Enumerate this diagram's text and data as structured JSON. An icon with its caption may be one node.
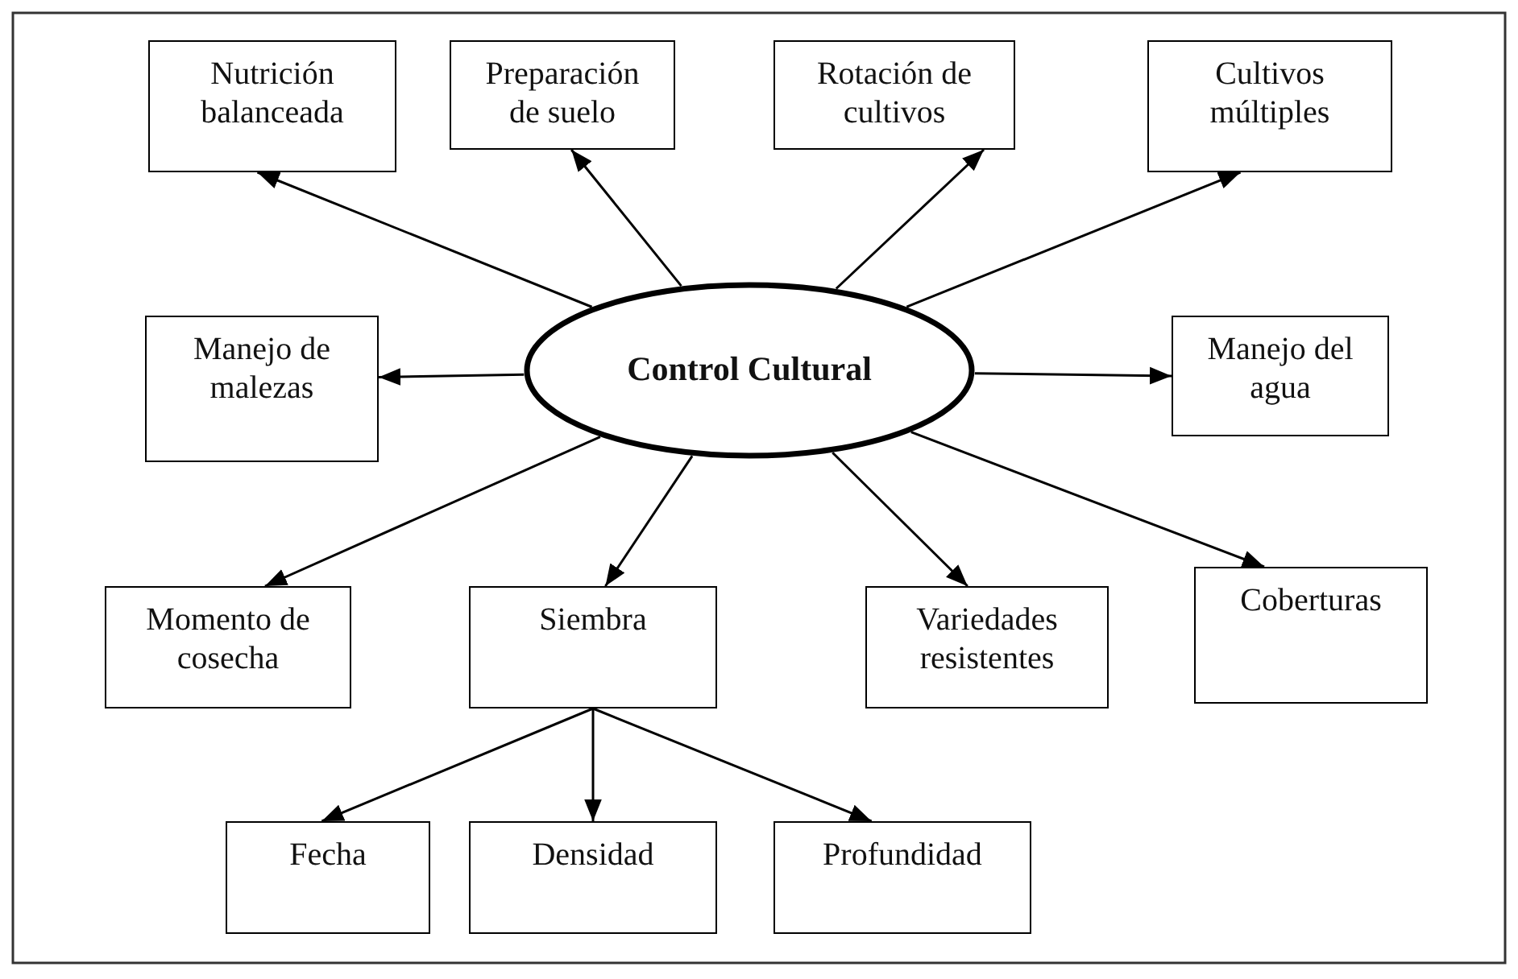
{
  "diagram": {
    "nodes": [
      {
        "text": [
          "Nutrición balanceada"
        ]
      },
      {
        "text": [
          "Preparación de suelo"
        ]
      },
      {
        "text": [
          "Rotación de cultivos"
        ]
      },
      {
        "text": [
          "Cultivos múltiples"
        ]
      },
      {
        "text": [
          "Manejo de malezas"
        ]
      },
      {
        "text": [
          "Control Cultural"
        ]
      },
      {
        "text": [
          "Manejo del agua"
        ]
      },
      {
        "text": [
          "Momento de cosecha"
        ]
      },
      {
        "text": [
          "Siembra"
        ]
      },
      {
        "text": [
          "Variedades resistentes"
        ]
      },
      {
        "text": [
          "Coberturas"
        ]
      },
      {
        "text": [
          "Fecha"
        ]
      },
      {
        "text": [
          "Densidad"
        ]
      },
      {
        "text": [
          "Profundidad"
        ]
      }
    ],
    "edges": [
      {
        "from": 5,
        "to": 0,
        "arrow": "to"
      },
      {
        "from": 5,
        "to": 1,
        "arrow": "to"
      },
      {
        "from": 5,
        "to": 2,
        "arrow": "to"
      },
      {
        "from": 5,
        "to": 3,
        "arrow": "to"
      },
      {
        "from": 5,
        "to": 4,
        "arrow": "to"
      },
      {
        "from": 5,
        "to": 6,
        "arrow": "to"
      },
      {
        "from": 5,
        "to": 7,
        "arrow": "to"
      },
      {
        "from": 5,
        "to": 8,
        "arrow": "to"
      },
      {
        "from": 5,
        "to": 9,
        "arrow": "to"
      },
      {
        "from": 5,
        "to": 10,
        "arrow": "to"
      },
      {
        "from": 8,
        "to": 11,
        "arrow": "to"
      },
      {
        "from": 8,
        "to": 12,
        "arrow": "to"
      },
      {
        "from": 8,
        "to": 13,
        "arrow": "to"
      }
    ]
  }
}
